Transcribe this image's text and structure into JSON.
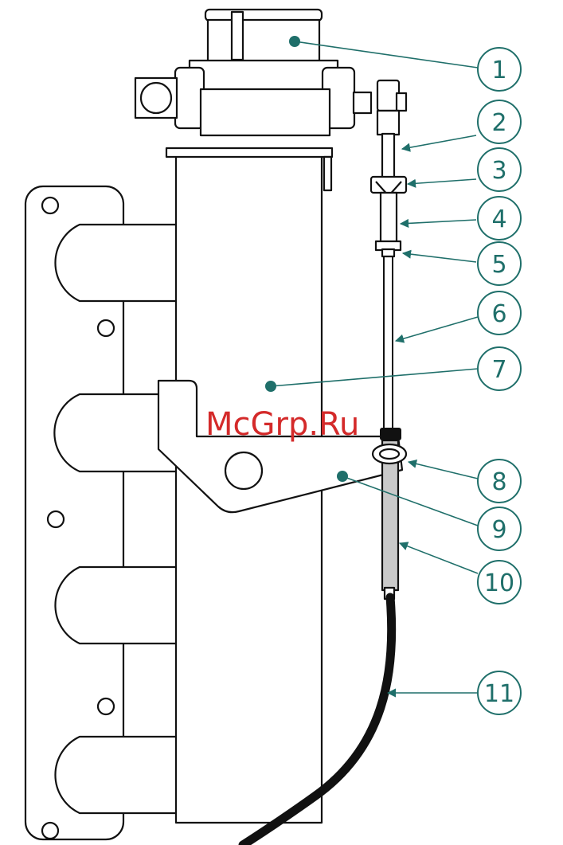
{
  "watermark": "McGrp.Ru",
  "colors": {
    "callout": "#1f6f6a",
    "watermark": "#d42a2a",
    "line": "#111111"
  },
  "callouts": [
    {
      "label": "1"
    },
    {
      "label": "2"
    },
    {
      "label": "3"
    },
    {
      "label": "4"
    },
    {
      "label": "5"
    },
    {
      "label": "6"
    },
    {
      "label": "7"
    },
    {
      "label": "8"
    },
    {
      "label": "9"
    },
    {
      "label": "10"
    },
    {
      "label": "11"
    }
  ]
}
